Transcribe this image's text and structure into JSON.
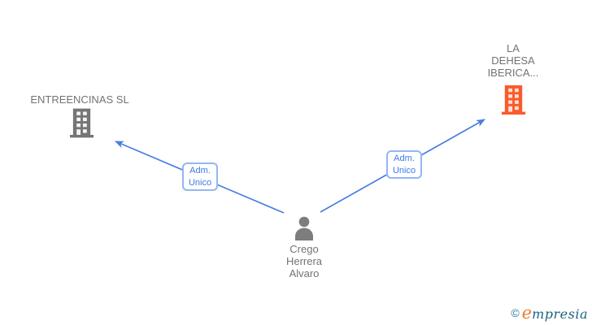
{
  "diagram": {
    "type": "corporate-relationship-graph",
    "nodes": {
      "left_company": {
        "label": "ENTREENCINAS SL",
        "icon": "building-icon",
        "icon_color": "#757575"
      },
      "right_company": {
        "label": "LA DEHESA IBERICA...",
        "label_lines": [
          "LA",
          "DEHESA",
          "IBERICA..."
        ],
        "icon": "building-icon",
        "icon_color": "#f95b2b"
      },
      "person": {
        "label": "Crego Herrera Alvaro",
        "label_lines": [
          "Crego",
          "Herrera",
          "Alvaro"
        ],
        "icon": "person-icon",
        "icon_color": "#7d7d7d"
      }
    },
    "edges": {
      "left": {
        "from": "person",
        "to": "left_company",
        "label_lines": [
          "Adm.",
          "Unico"
        ]
      },
      "right": {
        "from": "person",
        "to": "right_company",
        "label_lines": [
          "Adm.",
          "Unico"
        ]
      }
    },
    "colors": {
      "edge_line": "#4a7de2",
      "edge_label_text": "#3d79e8",
      "edge_label_border": "#93b6f5",
      "node_text": "#737373",
      "company_gray": "#757575",
      "company_orange": "#f95b2b",
      "background": "#ffffff"
    }
  },
  "watermark": {
    "copyright_symbol": "©",
    "brand_initial": "e",
    "brand_rest": "mpresia"
  }
}
